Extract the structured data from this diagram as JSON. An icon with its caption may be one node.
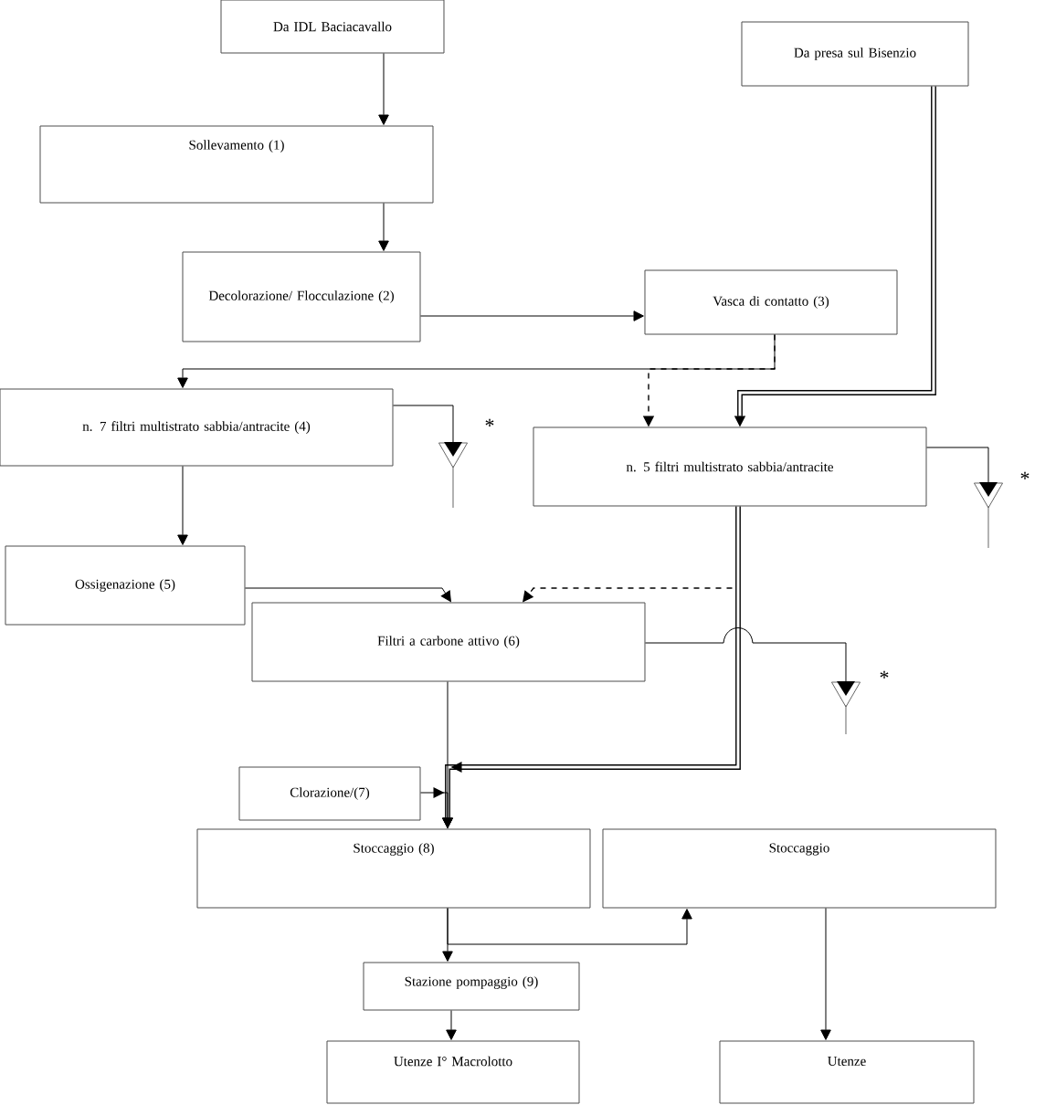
{
  "diagram": {
    "nodes": [
      {
        "text": [
          "Da IDL Baciacavallo"
        ]
      },
      {
        "text": [
          "Da presa sul Bisenzio"
        ]
      },
      {
        "text": [
          "Sollevamento (1)"
        ]
      },
      {
        "text": [
          "Decolorazione/ Flocculazione (2)"
        ]
      },
      {
        "text": [
          "Vasca di contatto (3)"
        ]
      },
      {
        "text": [
          "n. 7 filtri multistrato sabbia/antracite (4)"
        ]
      },
      {
        "text": [
          "n. 5 filtri multistrato sabbia/antracite"
        ]
      },
      {
        "text": [
          "Ossigenazione (5)"
        ]
      },
      {
        "text": [
          "Filtri a carbone attivo (6)"
        ]
      },
      {
        "text": [
          "Clorazione/(7)"
        ]
      },
      {
        "text": [
          "Stoccaggio (8)"
        ]
      },
      {
        "text": [
          "Stoccaggio"
        ]
      },
      {
        "text": [
          "Stazione pompaggio (9)"
        ]
      },
      {
        "text": [
          "Utenze I° Macrolotto"
        ]
      },
      {
        "text": [
          "Utenze"
        ]
      },
      {
        "text": [],
        "shape": "triangle",
        "beside": [
          "*"
        ]
      },
      {
        "text": [],
        "shape": "triangle",
        "beside": [
          "*"
        ]
      },
      {
        "text": [],
        "shape": "triangle",
        "beside": [
          "*"
        ]
      }
    ],
    "edges": [
      {
        "from": 0,
        "to": 2,
        "arrow": "to"
      },
      {
        "from": 2,
        "to": 3,
        "arrow": "to"
      },
      {
        "from": 3,
        "to": 4,
        "arrow": "to"
      },
      {
        "from": 4,
        "to": 5,
        "arrow": "to"
      },
      {
        "from": 4,
        "to": 6,
        "arrow": "to",
        "style": "dashed"
      },
      {
        "from": 1,
        "to": 6,
        "arrow": "to",
        "style": "thick"
      },
      {
        "from": 5,
        "to": 7,
        "arrow": "to"
      },
      {
        "from": 7,
        "to": 8,
        "arrow": "to"
      },
      {
        "from": 6,
        "to": 8,
        "arrow": "to",
        "style": "dashed"
      },
      {
        "from": 6,
        "to": 10,
        "arrow": "to",
        "style": "thick"
      },
      {
        "from": 8,
        "to": 10,
        "arrow": "to"
      },
      {
        "from": 9,
        "to": 10,
        "arrow": "to"
      },
      {
        "from": 10,
        "to": 12,
        "arrow": "to"
      },
      {
        "from": 10,
        "to": 11,
        "arrow": "to"
      },
      {
        "from": 11,
        "to": 14,
        "arrow": "to"
      },
      {
        "from": 12,
        "to": 13,
        "arrow": "to"
      },
      {
        "from": 5,
        "to": 15,
        "arrow": "none"
      },
      {
        "from": 6,
        "to": 16,
        "arrow": "none"
      },
      {
        "from": 8,
        "to": 17,
        "arrow": "none"
      }
    ]
  }
}
